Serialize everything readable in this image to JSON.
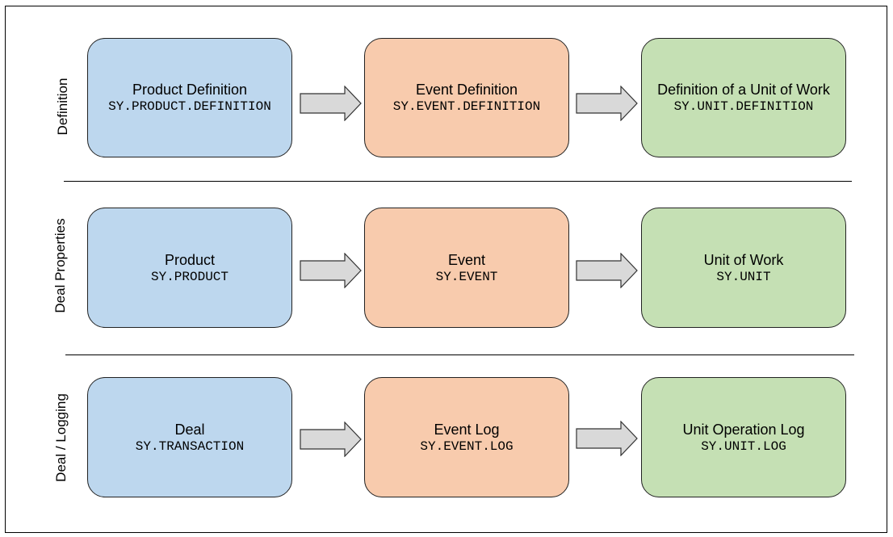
{
  "rows": [
    {
      "label": "Definition",
      "boxes": [
        {
          "title": "Product Definition",
          "code": "SY.PRODUCT.DEFINITION"
        },
        {
          "title": "Event Definition",
          "code": "SY.EVENT.DEFINITION"
        },
        {
          "title": "Definition of a Unit of Work",
          "code": "SY.UNIT.DEFINITION"
        }
      ]
    },
    {
      "label": "Deal Properties",
      "boxes": [
        {
          "title": "Product",
          "code": "SY.PRODUCT"
        },
        {
          "title": "Event",
          "code": "SY.EVENT"
        },
        {
          "title": "Unit of Work",
          "code": "SY.UNIT"
        }
      ]
    },
    {
      "label": "Deal / Logging",
      "boxes": [
        {
          "title": "Deal",
          "code": "SY.TRANSACTION"
        },
        {
          "title": "Event Log",
          "code": "SY.EVENT.LOG"
        },
        {
          "title": "Unit Operation Log",
          "code": "SY.UNIT.LOG"
        }
      ]
    }
  ],
  "colors": {
    "blue": "#bdd7ee",
    "orange": "#f8cbad",
    "green": "#c5e0b4",
    "arrow_fill": "#d9d9d9"
  }
}
